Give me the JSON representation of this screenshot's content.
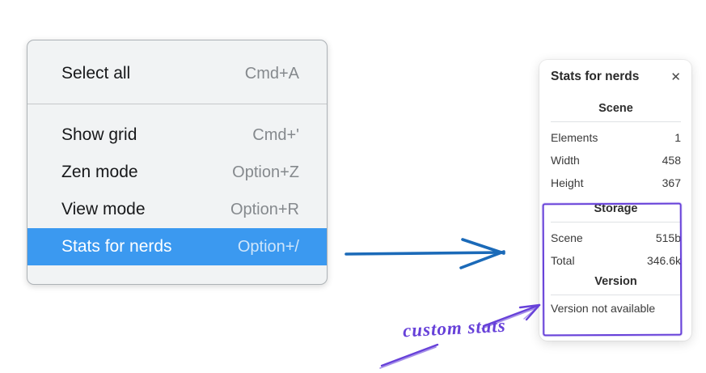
{
  "colors": {
    "menu_highlight": "#3b99f0",
    "arrow_blue": "#1b6ab8",
    "annotation_purple": "#6741d9"
  },
  "context_menu": {
    "groups": [
      {
        "items": [
          {
            "label": "Select all",
            "shortcut": "Cmd+A",
            "selected": false
          }
        ]
      },
      {
        "items": [
          {
            "label": "Show grid",
            "shortcut": "Cmd+'",
            "selected": false
          },
          {
            "label": "Zen mode",
            "shortcut": "Option+Z",
            "selected": false
          },
          {
            "label": "View mode",
            "shortcut": "Option+R",
            "selected": false
          },
          {
            "label": "Stats for nerds",
            "shortcut": "Option+/",
            "selected": true
          }
        ]
      }
    ]
  },
  "stats_panel": {
    "title": "Stats for nerds",
    "close_icon": "✕",
    "sections": [
      {
        "heading": "Scene",
        "highlighted": false,
        "rows": [
          {
            "label": "Elements",
            "value": "1"
          },
          {
            "label": "Width",
            "value": "458"
          },
          {
            "label": "Height",
            "value": "367"
          }
        ]
      },
      {
        "heading": "Storage",
        "highlighted": true,
        "rows": [
          {
            "label": "Scene",
            "value": "515b"
          },
          {
            "label": "Total",
            "value": "346.6k"
          }
        ]
      },
      {
        "heading": "Version",
        "highlighted": true,
        "rows": [],
        "note": "Version not available"
      }
    ]
  },
  "annotation": {
    "label": "custom stats"
  }
}
